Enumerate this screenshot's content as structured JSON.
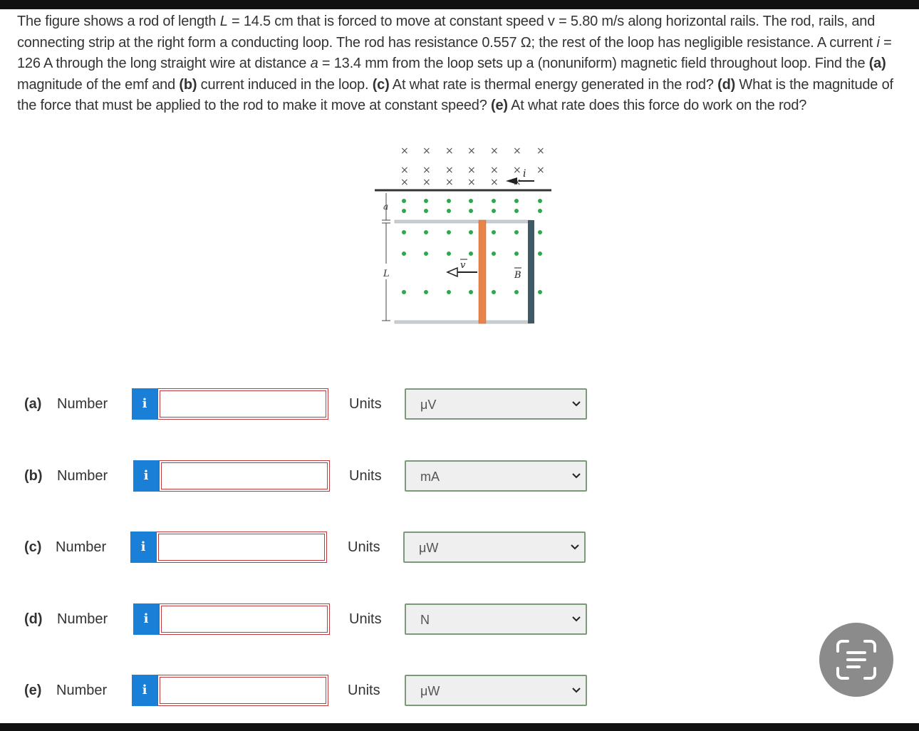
{
  "question": {
    "t1": "The figure shows a rod of length ",
    "L_sym": "L",
    "t2": " = 14.5 cm that is forced to move at constant speed v = 5.80 m/s along horizontal rails. The rod, rails, and connecting strip at the right form a conducting loop. The rod has resistance 0.557 Ω; the rest of the loop has negligible resistance. A current ",
    "i_sym": "i",
    "t3": " = 126 A through the long straight wire at distance ",
    "a_sym": "a",
    "t4": " = 13.4 mm from the loop sets up a (nonuniform) magnetic field throughout loop. Find the ",
    "pa": "(a)",
    "t5": " magnitude of the emf and ",
    "pb": "(b)",
    "t6": " current induced in the loop. ",
    "pc": "(c)",
    "t7": " At what rate is thermal energy generated in the rod? ",
    "pd": "(d)",
    "t8": " What is the magnitude of the force that must be applied to the rod to make it move at constant speed? ",
    "pe": "(e)",
    "t9": " At what rate does this force do work on the rod?"
  },
  "figure": {
    "label_a": "a",
    "label_L": "L",
    "label_v": "v",
    "label_B": "B",
    "label_i": "i",
    "cross": "×",
    "wire_color": "#333333",
    "rod_color": "#e8834a",
    "strip_color": "#3d5a66",
    "dot_color": "#2ea84f"
  },
  "rows": [
    {
      "part": "(a)",
      "number_label": "Number",
      "info_icon": "i",
      "value": "",
      "units_label": "Units",
      "units": "μV"
    },
    {
      "part": "(b)",
      "number_label": "Number",
      "info_icon": "i",
      "value": "",
      "units_label": "Units",
      "units": "mA"
    },
    {
      "part": "(c)",
      "number_label": "Number",
      "info_icon": "i",
      "value": "",
      "units_label": "Units",
      "units": "μW"
    },
    {
      "part": "(d)",
      "number_label": "Number",
      "info_icon": "i",
      "value": "",
      "units_label": "Units",
      "units": "N"
    },
    {
      "part": "(e)",
      "number_label": "Number",
      "info_icon": "i",
      "value": "",
      "units_label": "Units",
      "units": "μW"
    }
  ],
  "colors": {
    "info_blue": "#1a7fd6",
    "answer_border": "#c0393b",
    "units_border": "#7a9a7a"
  }
}
